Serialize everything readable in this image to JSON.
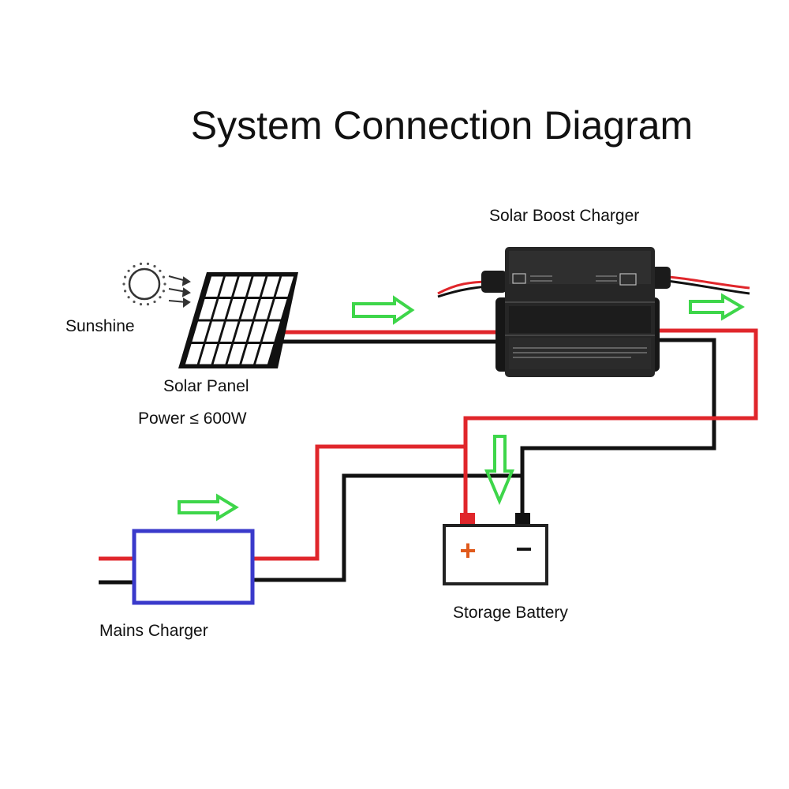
{
  "title": "System Connection Diagram",
  "labels": {
    "sunshine": "Sunshine",
    "solar_panel": "Solar Panel",
    "power": "Power ≤ 600W",
    "boost_charger": "Solar Boost Charger",
    "storage_battery": "Storage Battery",
    "mains_charger": "Mains Charger"
  },
  "battery_terminals": {
    "positive": "+",
    "negative": "−"
  },
  "colors": {
    "positive_wire": "#e0262b",
    "negative_wire": "#111111",
    "flow_arrow": "#3ed64a",
    "mains_charger_box": "#3a3acb",
    "battery_outline": "#222222",
    "battery_positive_terminal": "#e0262b",
    "battery_plus_sign": "#e05a1c"
  }
}
